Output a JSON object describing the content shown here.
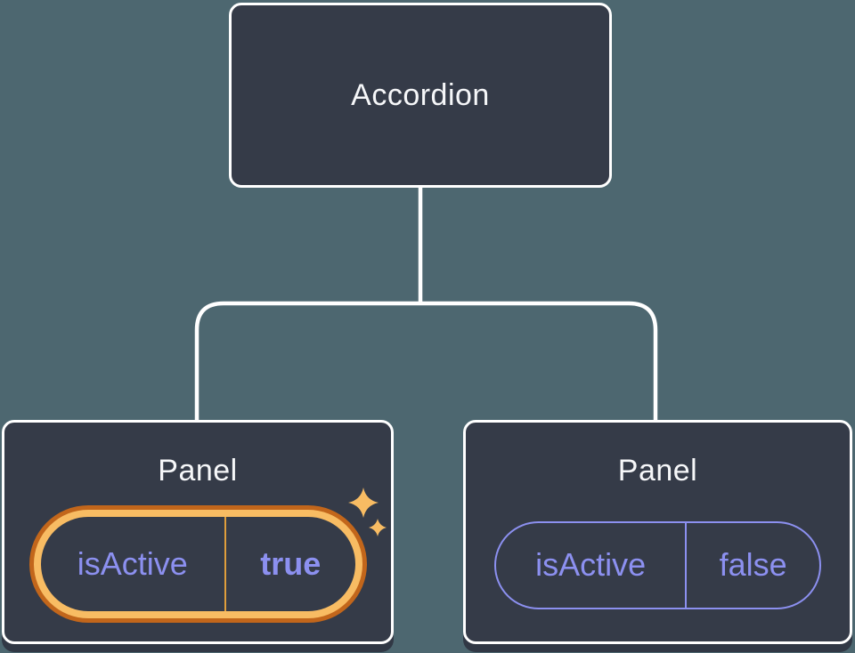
{
  "diagram": {
    "description": "React component tree showing state sharing between components",
    "root": {
      "label": "Accordion"
    },
    "children": [
      {
        "title": "Panel",
        "state": {
          "prop": "isActive",
          "value": "true"
        },
        "highlighted": true,
        "icon": "sparkles-icon"
      },
      {
        "title": "Panel",
        "state": {
          "prop": "isActive",
          "value": "false"
        },
        "highlighted": false
      }
    ]
  },
  "colors": {
    "background_color": "#4D6770",
    "card_background": "#353B48",
    "card_border": "#FFFFFF",
    "card_shadow": "#313845",
    "connector": "#FFFFFF",
    "title_text": "#F6F7F9",
    "state_text": "#8C90F0",
    "highlight_ring_outer": "#C2661B",
    "highlight_ring_inner": "#F8BC63",
    "highlight_divider": "#DF9E3C",
    "sparkle": "#F8BC63"
  }
}
